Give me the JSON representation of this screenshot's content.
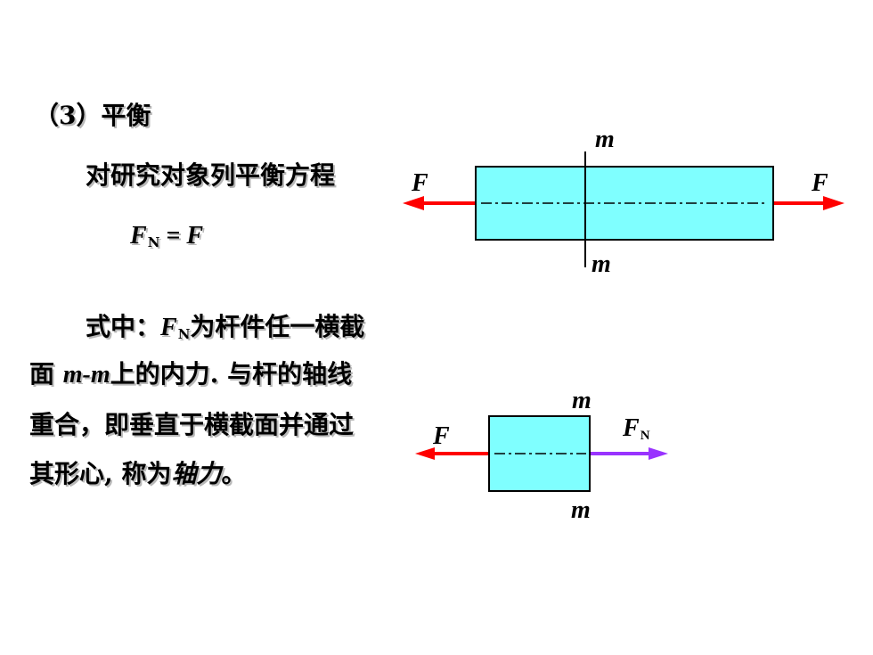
{
  "heading": "（3）平衡",
  "intro": "对研究对象列平衡方程",
  "equation": {
    "lhs": "F",
    "lhs_sub": "N",
    "rest": " = F"
  },
  "paragraph": {
    "line1_prefix": "式中：",
    "line1_symbol": "F",
    "line1_sub": "N",
    "line1_suffix": "为杆件任一横截",
    "line2_prefix": "面 ",
    "line2_var": "m-m",
    "line2_suffix": "上的内力. 与杆的轴线",
    "line3": "重合，即垂直于横截面并通过",
    "line4_prefix": "其形心, 称为",
    "line4_term": "轴力",
    "line4_end": "。"
  },
  "diagram1": {
    "top_label": "m",
    "bottom_label": "m",
    "left_force": "F",
    "right_force": "F"
  },
  "diagram2": {
    "top_label": "m",
    "bottom_label": "m",
    "left_force": "F",
    "right_force": "F",
    "right_force_sub": "N"
  },
  "colors": {
    "bar_fill": "#7fffff",
    "force_left": "#ff0000",
    "force_right": "#ff0000",
    "internal_force": "#9933ff"
  }
}
